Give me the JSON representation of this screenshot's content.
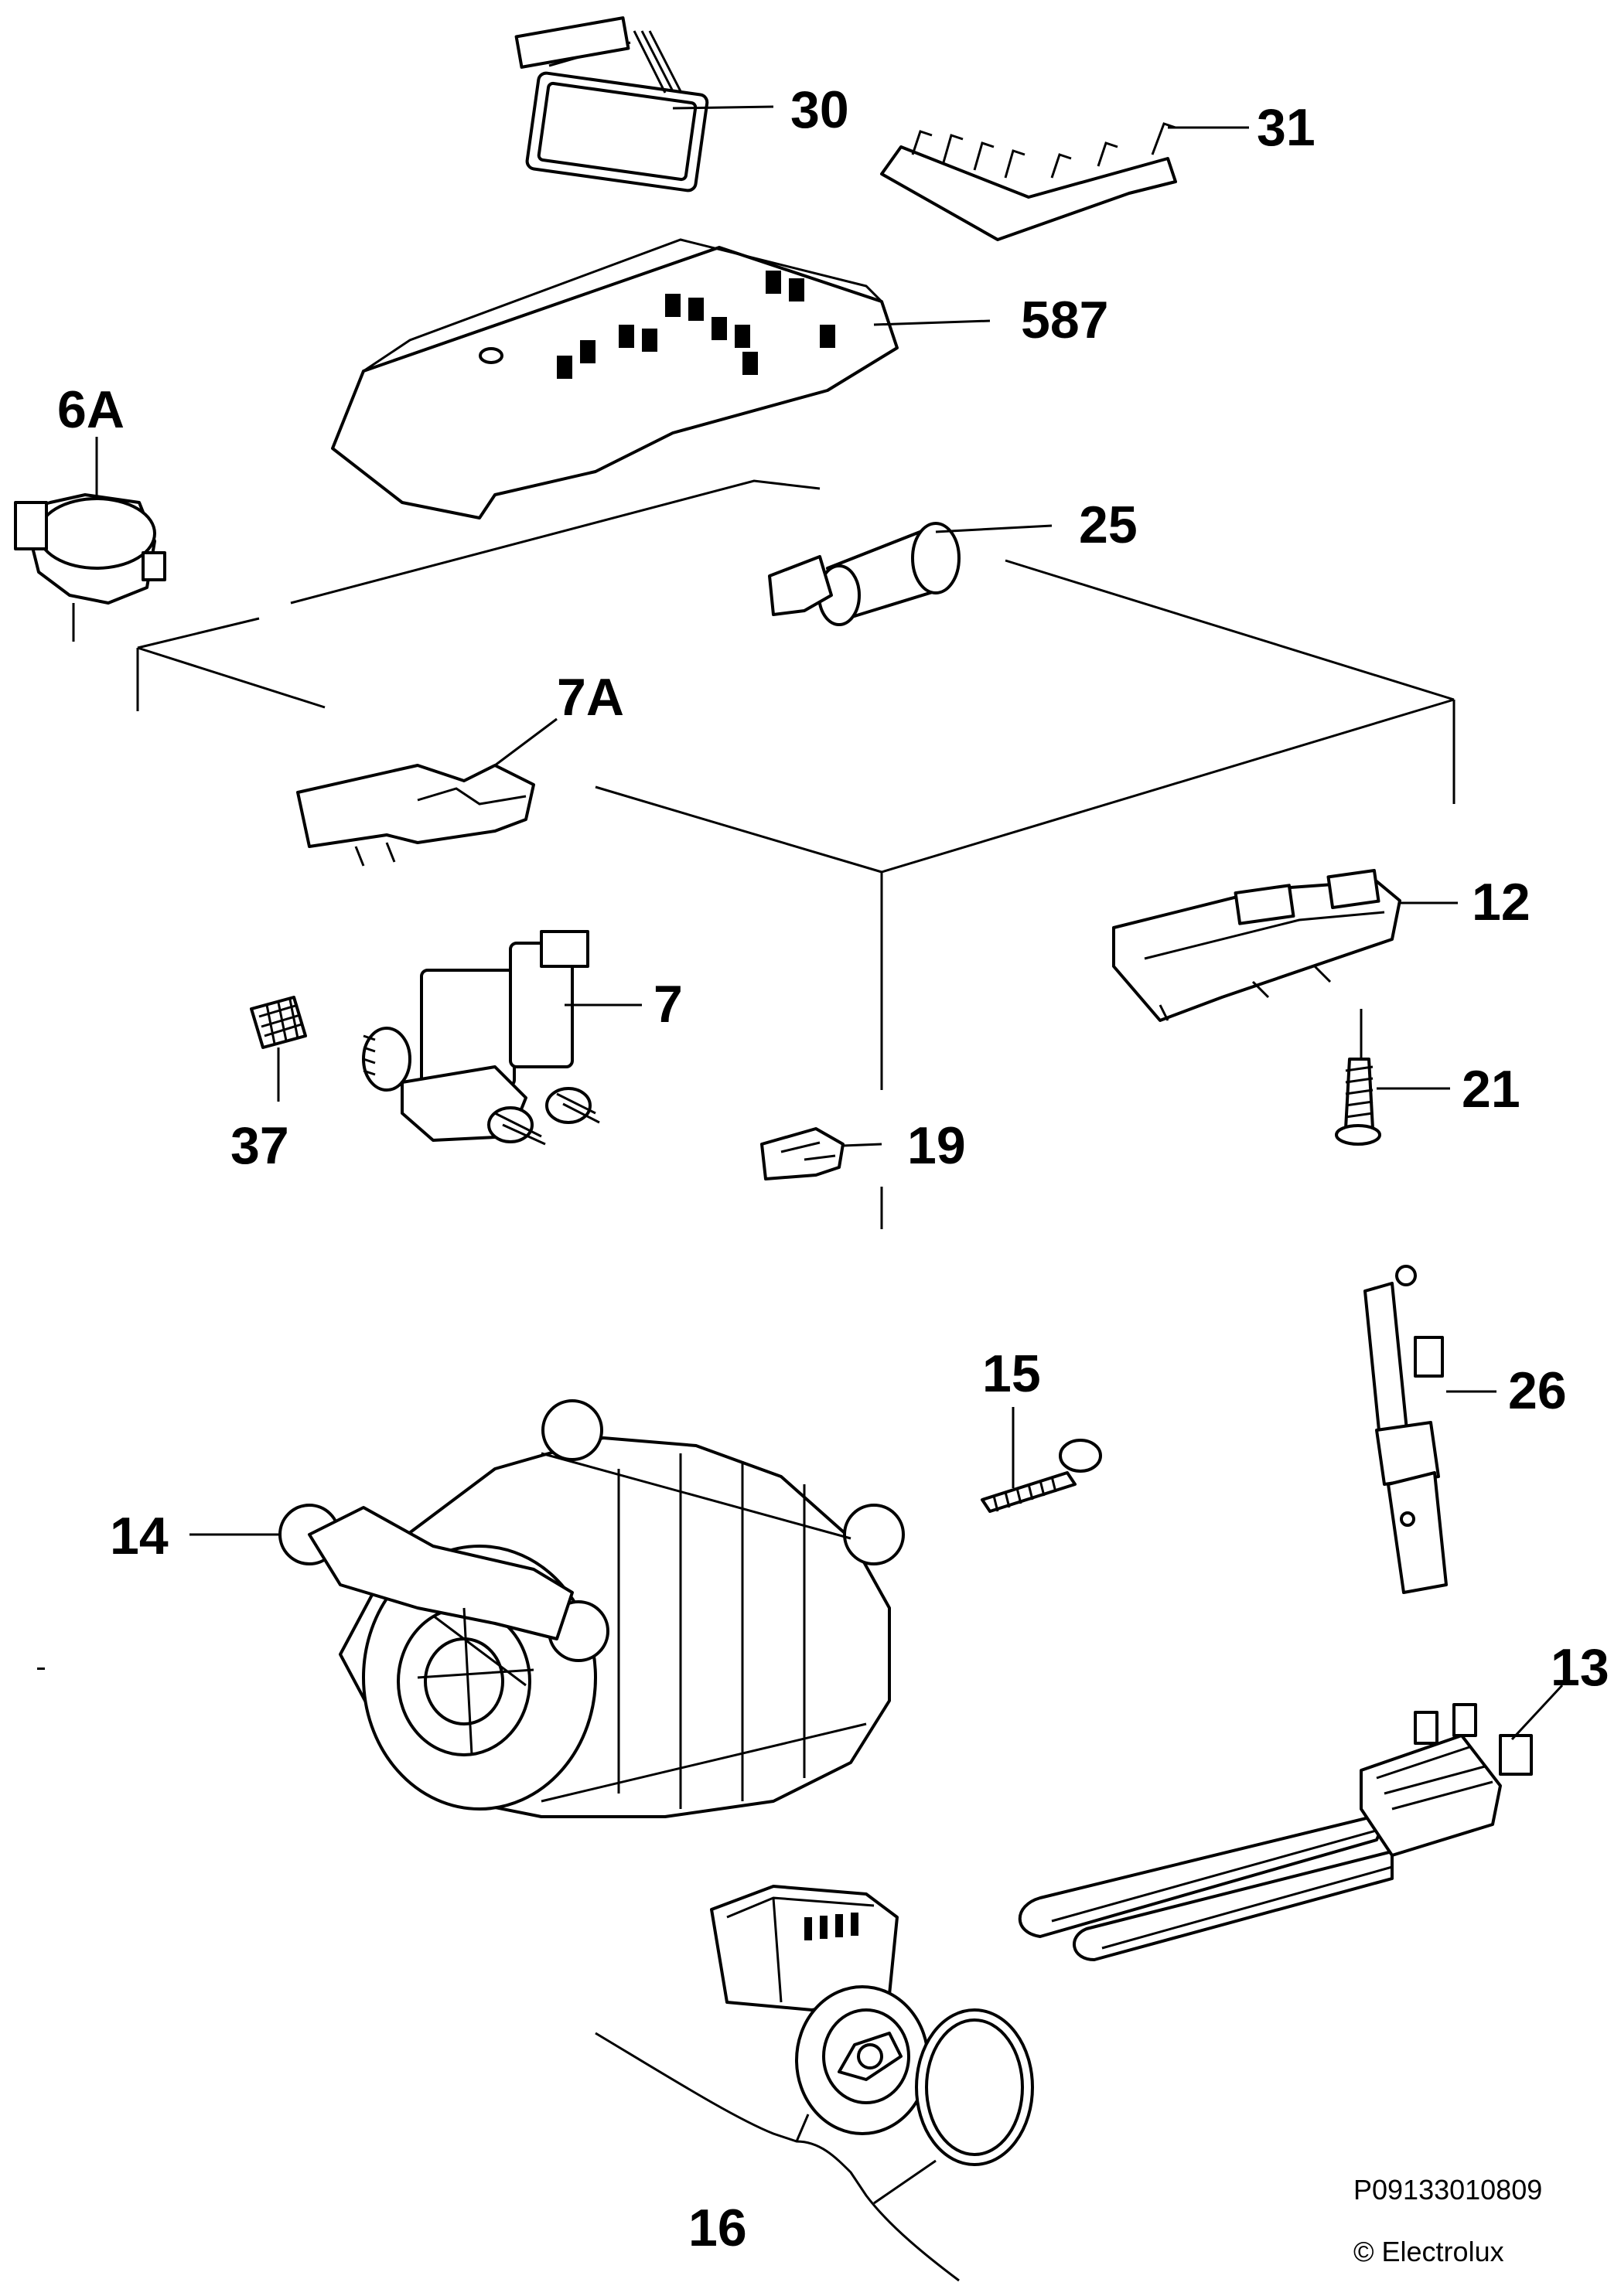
{
  "parts": [
    {
      "id": "30",
      "label": "30"
    },
    {
      "id": "31",
      "label": "31"
    },
    {
      "id": "587",
      "label": "587"
    },
    {
      "id": "6A",
      "label": "6A"
    },
    {
      "id": "25",
      "label": "25"
    },
    {
      "id": "7A",
      "label": "7A"
    },
    {
      "id": "12",
      "label": "12"
    },
    {
      "id": "7",
      "label": "7"
    },
    {
      "id": "37",
      "label": "37"
    },
    {
      "id": "21",
      "label": "21"
    },
    {
      "id": "19",
      "label": "19"
    },
    {
      "id": "15",
      "label": "15"
    },
    {
      "id": "26",
      "label": "26"
    },
    {
      "id": "14",
      "label": "14"
    },
    {
      "id": "13",
      "label": "13"
    },
    {
      "id": "16",
      "label": "16"
    }
  ],
  "footer": {
    "code": "P09133010809",
    "copyright": "© Electrolux"
  }
}
